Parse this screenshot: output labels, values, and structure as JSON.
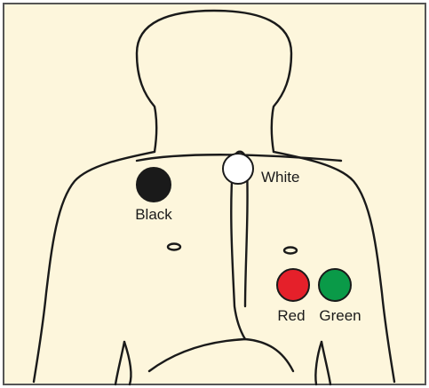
{
  "diagram": {
    "background_color": "#fdf6dc",
    "outline_color": "#1a1a1a",
    "electrodes": [
      {
        "id": "black",
        "label": "Black",
        "color": "#1a1a1a"
      },
      {
        "id": "white",
        "label": "White",
        "color": "#ffffff"
      },
      {
        "id": "red",
        "label": "Red",
        "color": "#e5202a"
      },
      {
        "id": "green",
        "label": "Green",
        "color": "#0a9a48"
      }
    ]
  }
}
